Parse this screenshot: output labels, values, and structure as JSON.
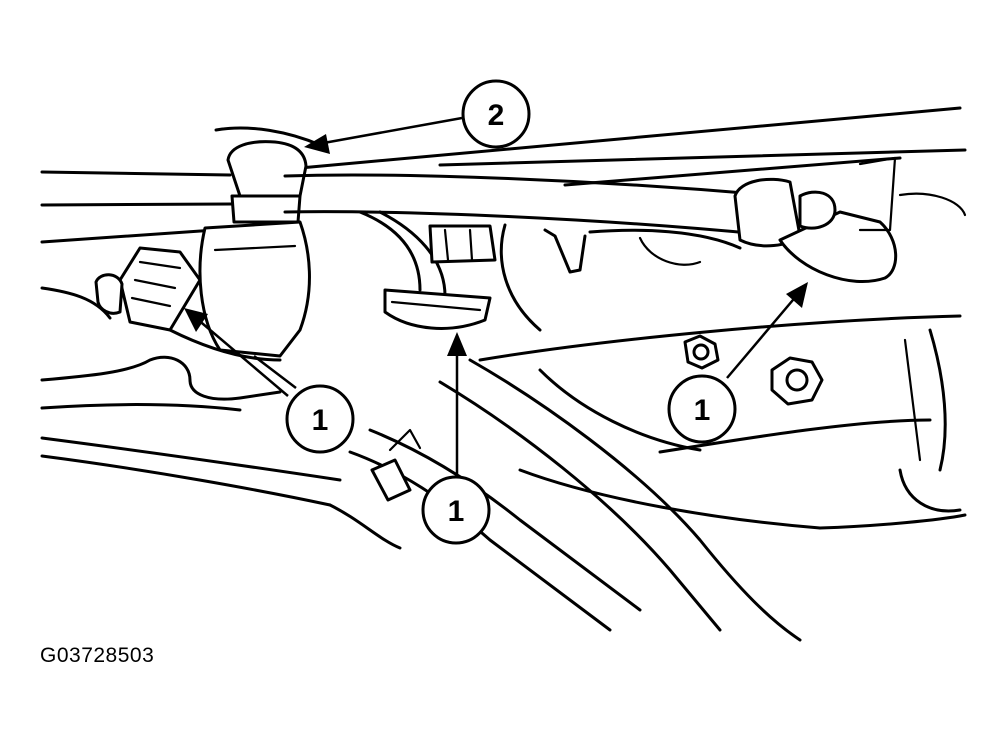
{
  "callouts": [
    {
      "label": "2"
    },
    {
      "label": "1"
    },
    {
      "label": "1"
    },
    {
      "label": "1"
    }
  ],
  "figure_id": "G03728503",
  "colors": {
    "ink": "#000000",
    "paper": "#ffffff"
  }
}
